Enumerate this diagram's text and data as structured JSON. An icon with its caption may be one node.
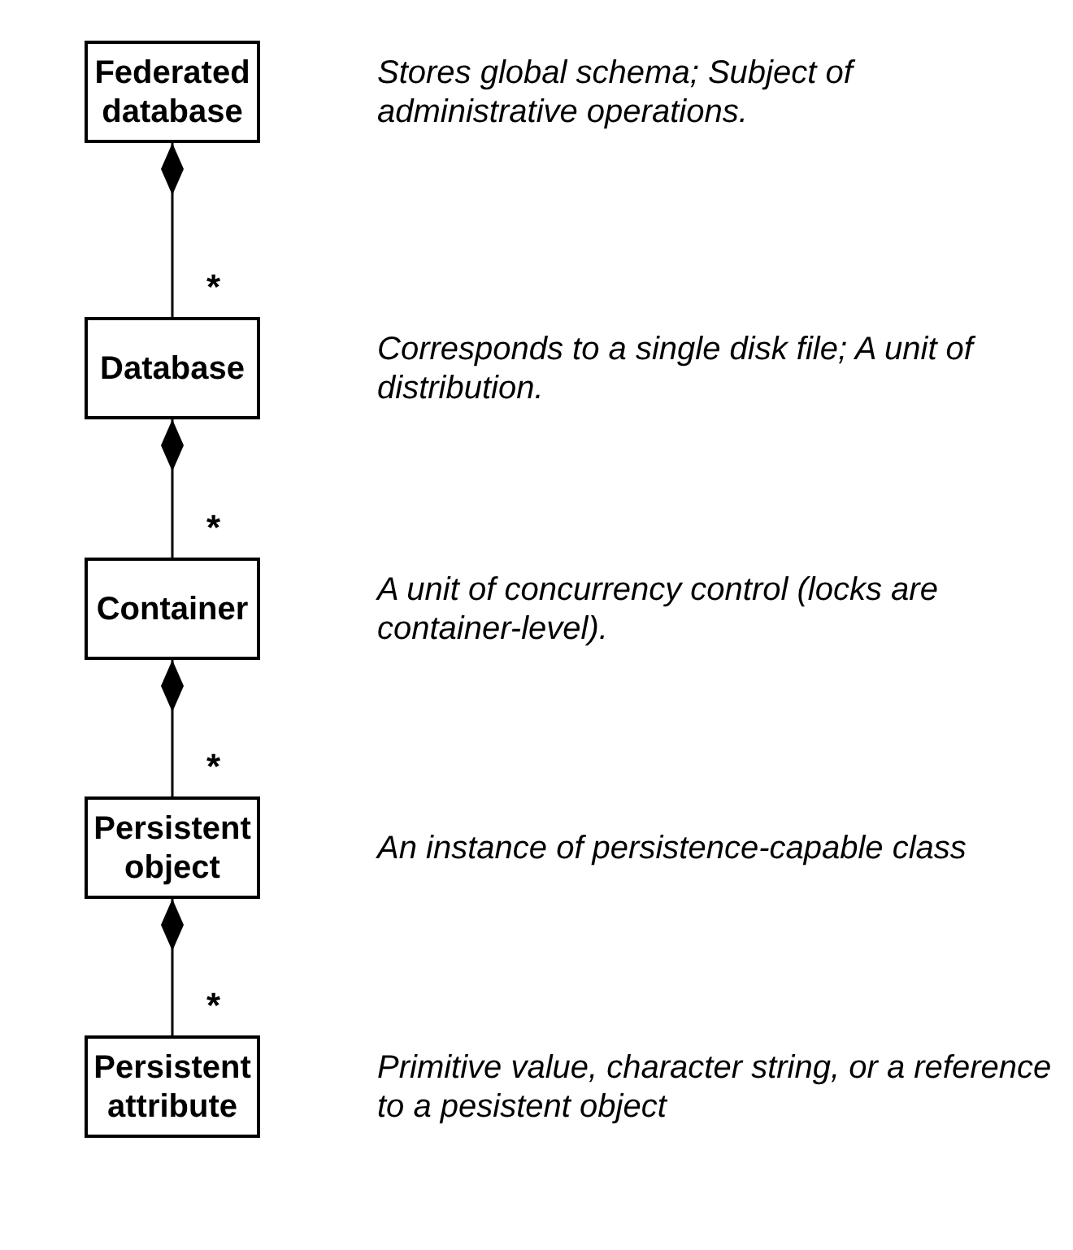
{
  "diagram": {
    "nodes": [
      {
        "text": [
          "Federated database"
        ],
        "beside": [
          "Stores global schema; Subject of administrative operations."
        ]
      },
      {
        "text": [
          "Database"
        ],
        "beside": [
          "Corresponds to a single disk file; A unit of distribution."
        ]
      },
      {
        "text": [
          "Container"
        ],
        "beside": [
          "A unit of concurrency control (locks are container-level)."
        ]
      },
      {
        "text": [
          "Persistent object"
        ],
        "beside": [
          "An instance of persistence-capable class"
        ]
      },
      {
        "text": [
          "Persistent attribute"
        ],
        "beside": [
          "Primitive value, character string, or a reference to a pesistent object"
        ]
      }
    ],
    "edges": [
      {
        "from": 0,
        "to": 1,
        "arrow": "other",
        "label": "*"
      },
      {
        "from": 1,
        "to": 2,
        "arrow": "other",
        "label": "*"
      },
      {
        "from": 2,
        "to": 3,
        "arrow": "other",
        "label": "*"
      },
      {
        "from": 3,
        "to": 4,
        "arrow": "other",
        "label": "*"
      }
    ]
  }
}
